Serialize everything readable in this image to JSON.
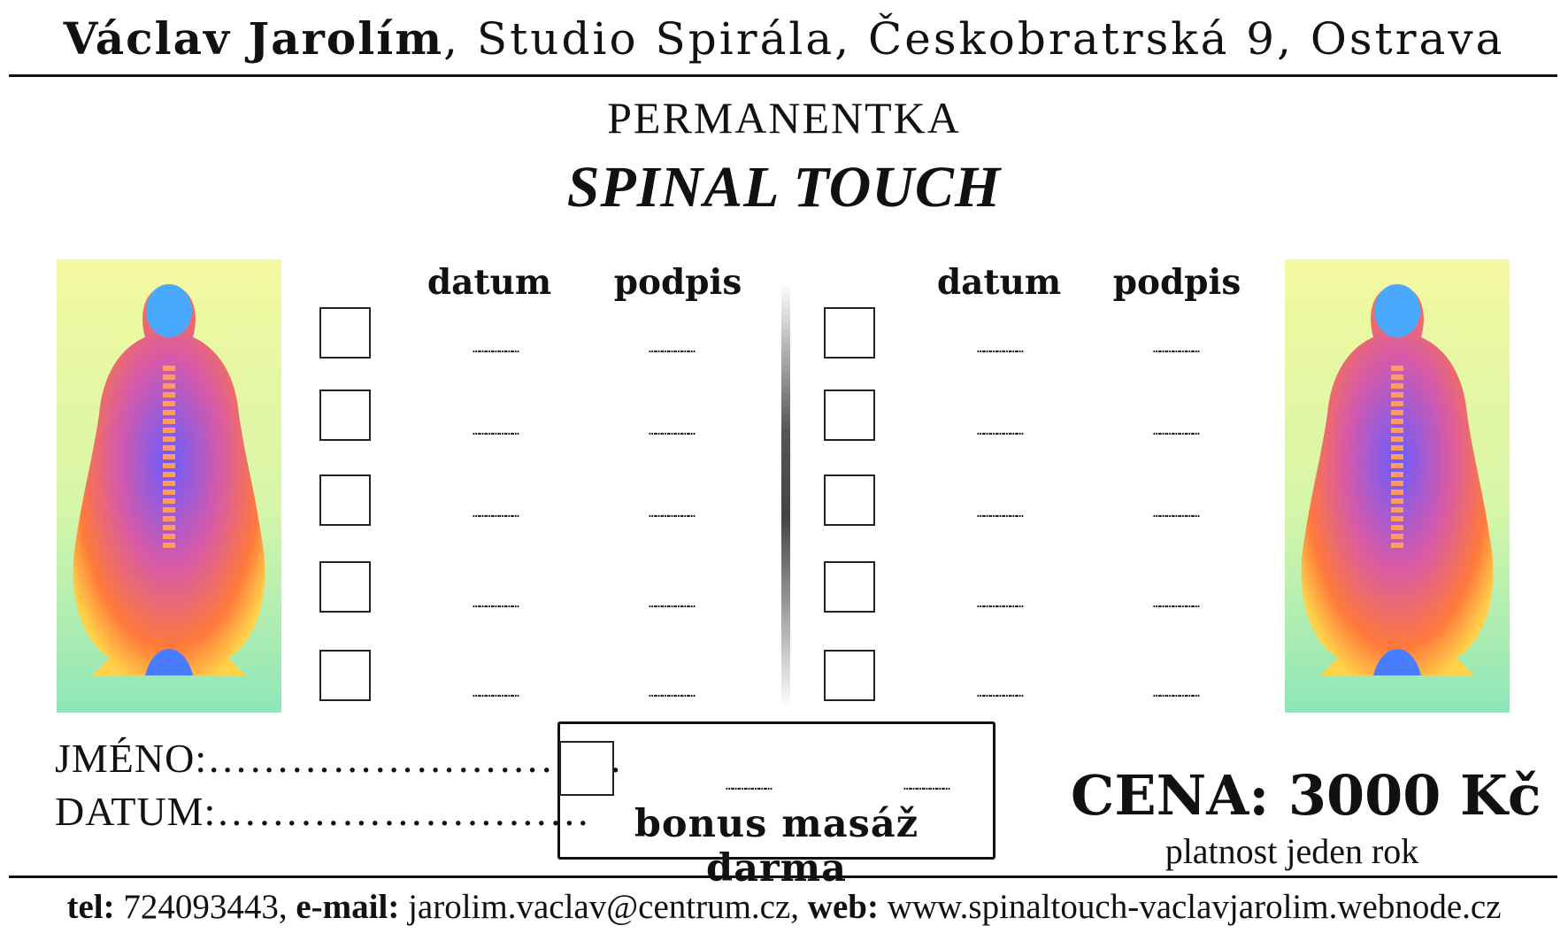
{
  "header": {
    "owner": "Václav Jarolím",
    "address": ", Studio Spirála, Českobratrská 9, Ostrava"
  },
  "card": {
    "type": "PERMANENTKA",
    "title": "SPINAL TOUCH"
  },
  "images": {
    "left": "spine-figure-image",
    "right": "spine-figure-image"
  },
  "table": {
    "columns": [
      "datum",
      "podpis"
    ],
    "rows_per_side": 5,
    "placeholder": "…………………"
  },
  "form": {
    "name_line": "JMÉNO:…………………………",
    "date_line": "DATUM:………………………"
  },
  "bonus": {
    "label": "bonus masáž darma",
    "placeholder": "…………………"
  },
  "price": {
    "text": "CENA: 3000 Kč",
    "validity": "platnost jeden rok"
  },
  "footer": {
    "tel_label": "tel:",
    "tel": " 724093443, ",
    "email_label": "e-mail:",
    "email": " jarolim.vaclav@centrum.cz, ",
    "web_label": "web:",
    "web": " www.spinaltouch-vaclavjarolim.webnode.cz"
  }
}
